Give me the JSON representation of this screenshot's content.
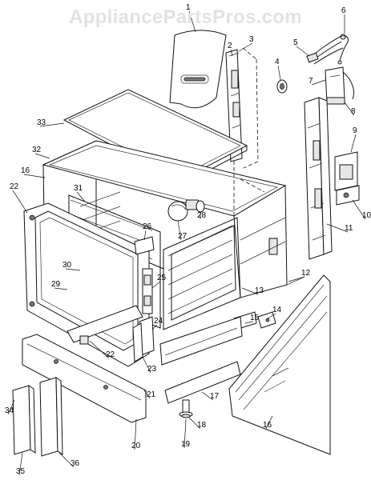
{
  "watermark": "AppliancePartsPros.com",
  "callouts": [
    "1",
    "2",
    "3",
    "4",
    "5",
    "6",
    "7",
    "8",
    "9",
    "10",
    "11",
    "12",
    "13",
    "14",
    "15",
    "16",
    "16",
    "17",
    "18",
    "19",
    "20",
    "21",
    "22",
    "22",
    "23",
    "24",
    "25",
    "26",
    "27",
    "28",
    "29",
    "30",
    "31",
    "32",
    "33",
    "34",
    "35",
    "36"
  ]
}
